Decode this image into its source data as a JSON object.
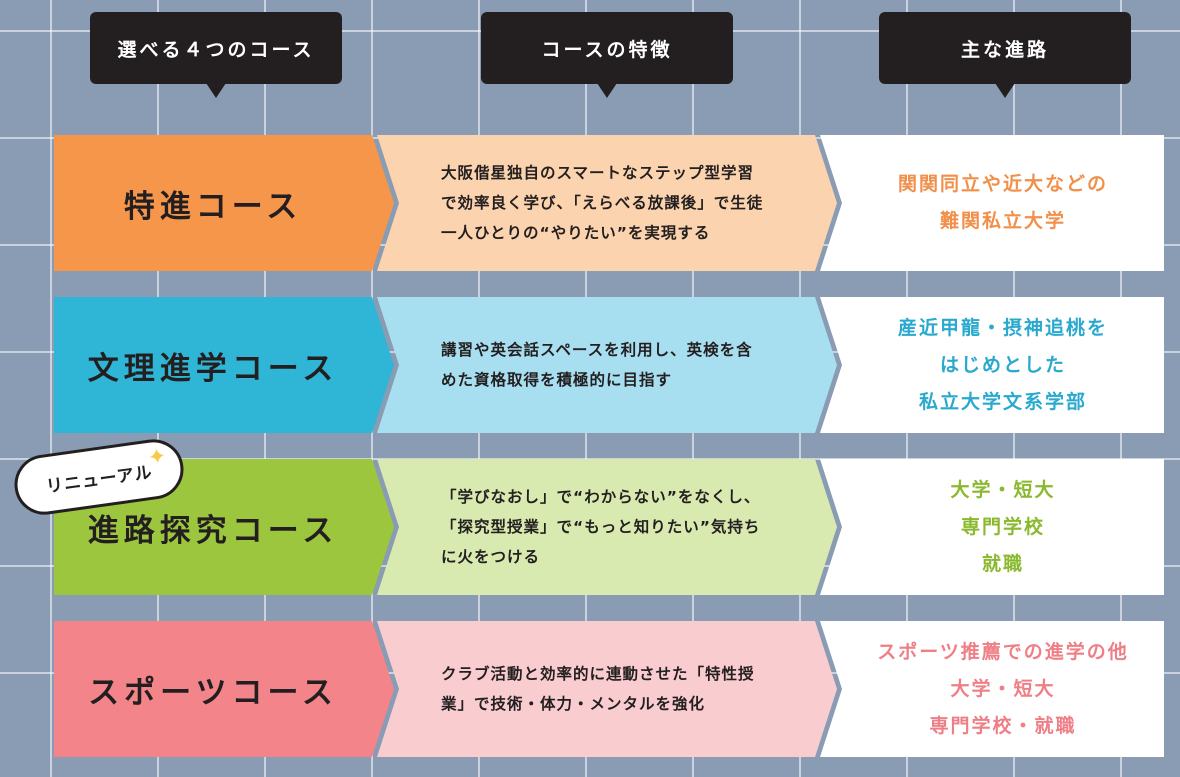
{
  "headers": {
    "col1": "選べる４つのコース",
    "col2": "コースの特徴",
    "col3": "主な進路"
  },
  "badge": "リニューアル",
  "courses": [
    {
      "name": "特進コース",
      "description": "大阪偕星独自のスマートなステップ型学習で効率良く学び、「えらべる放課後」で生徒一人ひとりの“やりたい”を実現する",
      "career": "関関同立や近大などの\n難関私立大学",
      "colors": {
        "name_bg": "#f5964a",
        "desc_bg": "#fbd3ae",
        "career_text": "#f0904a"
      }
    },
    {
      "name": "文理進学コース",
      "description": "講習や英会話スペースを利用し、英検を含めた資格取得を積極的に目指す",
      "career": "産近甲龍・摂神追桃を\nはじめとした\n私立大学文系学部",
      "colors": {
        "name_bg": "#2fb5d6",
        "desc_bg": "#a8dff0",
        "career_text": "#2aa9cf"
      }
    },
    {
      "name": "進路探究コース",
      "description": "「学びなおし」で“わからない”をなくし、「探究型授業」で“もっと知りたい”気持ちに火をつける",
      "career": "大学・短大\n専門学校\n就職",
      "colors": {
        "name_bg": "#9cc63d",
        "desc_bg": "#d9eab0",
        "career_text": "#8ab82e"
      }
    },
    {
      "name": "スポーツコース",
      "description": "クラブ活動と効率的に連動させた「特性授業」で技術・体力・メンタルを強化",
      "career": "スポーツ推薦での進学の他\n大学・短大\n専門学校・就職",
      "colors": {
        "name_bg": "#f2848a",
        "desc_bg": "#f9cdd0",
        "career_text": "#ef7f86"
      }
    }
  ]
}
